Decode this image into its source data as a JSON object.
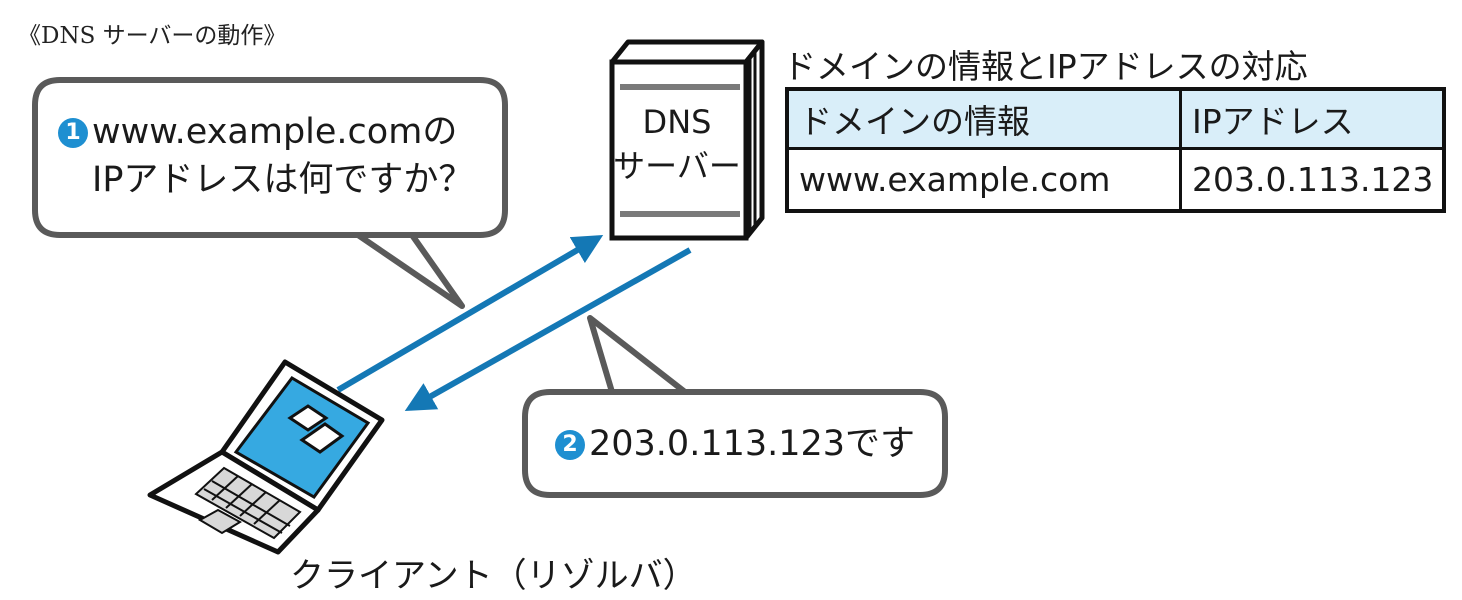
{
  "caption": "《DNS サーバーの動作》",
  "server": {
    "line1": "DNS",
    "line2": "サーバー",
    "icon": "server-icon"
  },
  "client": {
    "label": "クライアント（リゾルバ）",
    "icon": "laptop-icon"
  },
  "request_bubble": {
    "number": "1",
    "line1": "www.example.comの",
    "line2": "IPアドレスは何ですか？"
  },
  "response_bubble": {
    "number": "2",
    "text": "203.0.113.123です"
  },
  "table": {
    "title": "ドメインの情報とIPアドレスの対応",
    "headers": [
      "ドメインの情報",
      "IPアドレス"
    ],
    "rows": [
      [
        "www.example.com",
        "203.0.113.123"
      ]
    ]
  },
  "colors": {
    "arrow": "#1478b5",
    "bubble_border": "#5a5a5a",
    "accent": "#1e8fd1",
    "table_header": "#d9eef9",
    "screen": "#36a9e1"
  }
}
